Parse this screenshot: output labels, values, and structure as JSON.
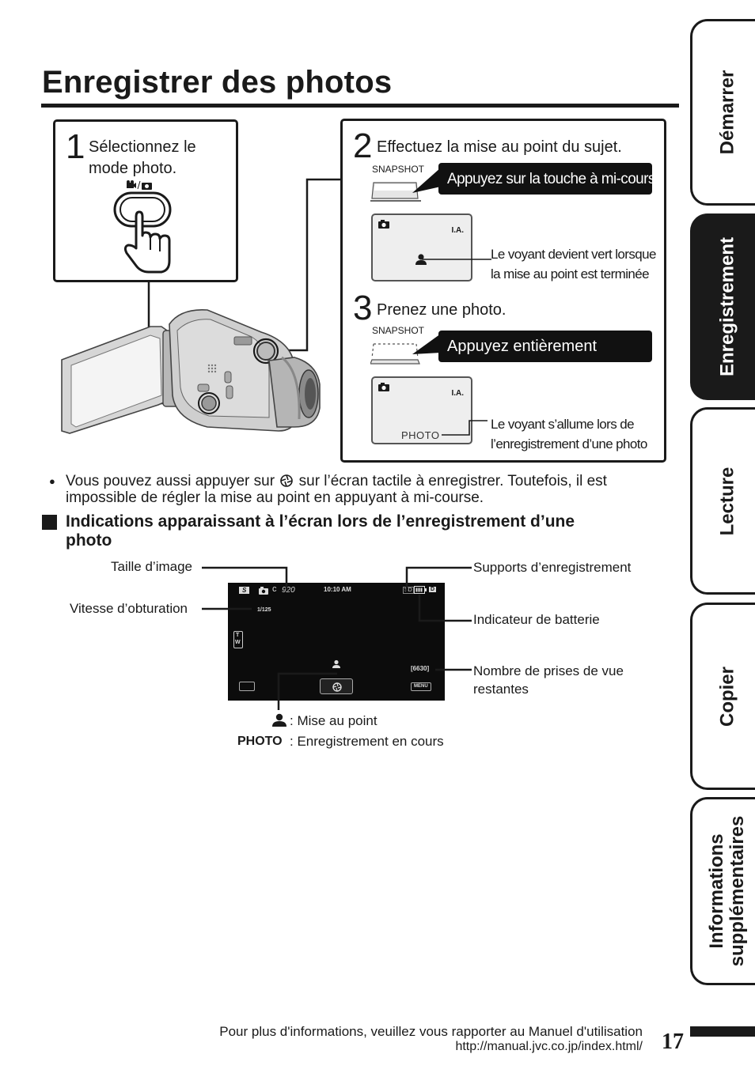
{
  "title": "Enregistrer des photos",
  "step1": {
    "number": "1",
    "text_line1": "Sélectionnez le",
    "text_line2": "mode photo."
  },
  "step2": {
    "number": "2",
    "text": "Effectuez la mise au point du sujet.",
    "button_label": "SNAPSHOT",
    "callout": "Appuyez sur la touche à mi-course",
    "lcd_indicator": "I.A.",
    "note_line1": "Le voyant devient vert lorsque",
    "note_line2": "la mise au point est terminée"
  },
  "step3": {
    "number": "3",
    "text": "Prenez une photo.",
    "button_label": "SNAPSHOT",
    "callout": "Appuyez entièrement",
    "lcd_indicator": "I.A.",
    "lcd_photo": "PHOTO",
    "note_line1": "Le voyant s’allume lors de",
    "note_line2": "l’enregistrement d’une photo"
  },
  "note": {
    "bullet": "●",
    "part1": "Vous pouvez aussi appuyer sur",
    "part2": "sur l’écran tactile à enregistrer. Toutefois, il est",
    "line2": "impossible de régler la mise au point en appuyant à mi-course."
  },
  "section_heading": {
    "line1": "Indications apparaissant à l’écran lors de l’enregistrement d’une",
    "line2": "photo"
  },
  "screen_labels": {
    "image_size": "Taille d’image",
    "shutter_speed": "Vitesse d’obturation",
    "media": "Supports d’enregistrement",
    "battery": "Indicateur de batterie",
    "remaining_line1": "Nombre de prises de vue",
    "remaining_line2": "restantes",
    "focus": ": Mise au point",
    "photo_word": "PHOTO",
    "recording": ": Enregistrement en cours"
  },
  "screen": {
    "time": "10:10 AM",
    "shutter": "1/125",
    "size": "920",
    "zoom_t": "T",
    "zoom_w": "W",
    "remaining": "[6630]",
    "menu": "MENU",
    "media": "SD",
    "d": "D",
    "mode": "S"
  },
  "tabs": [
    {
      "label": "Démarrer",
      "active": false
    },
    {
      "label": "Enregistrement",
      "active": true
    },
    {
      "label": "Lecture",
      "active": false
    },
    {
      "label": "Copier",
      "active": false
    },
    {
      "label_line1": "Informations",
      "label_line2": "supplémentaires",
      "active": false
    }
  ],
  "footer": {
    "line1": "Pour plus d'informations, veuillez vous rapporter au Manuel d'utilisation",
    "line2": "http://manual.jvc.co.jp/index.html/",
    "page_number": "17"
  }
}
